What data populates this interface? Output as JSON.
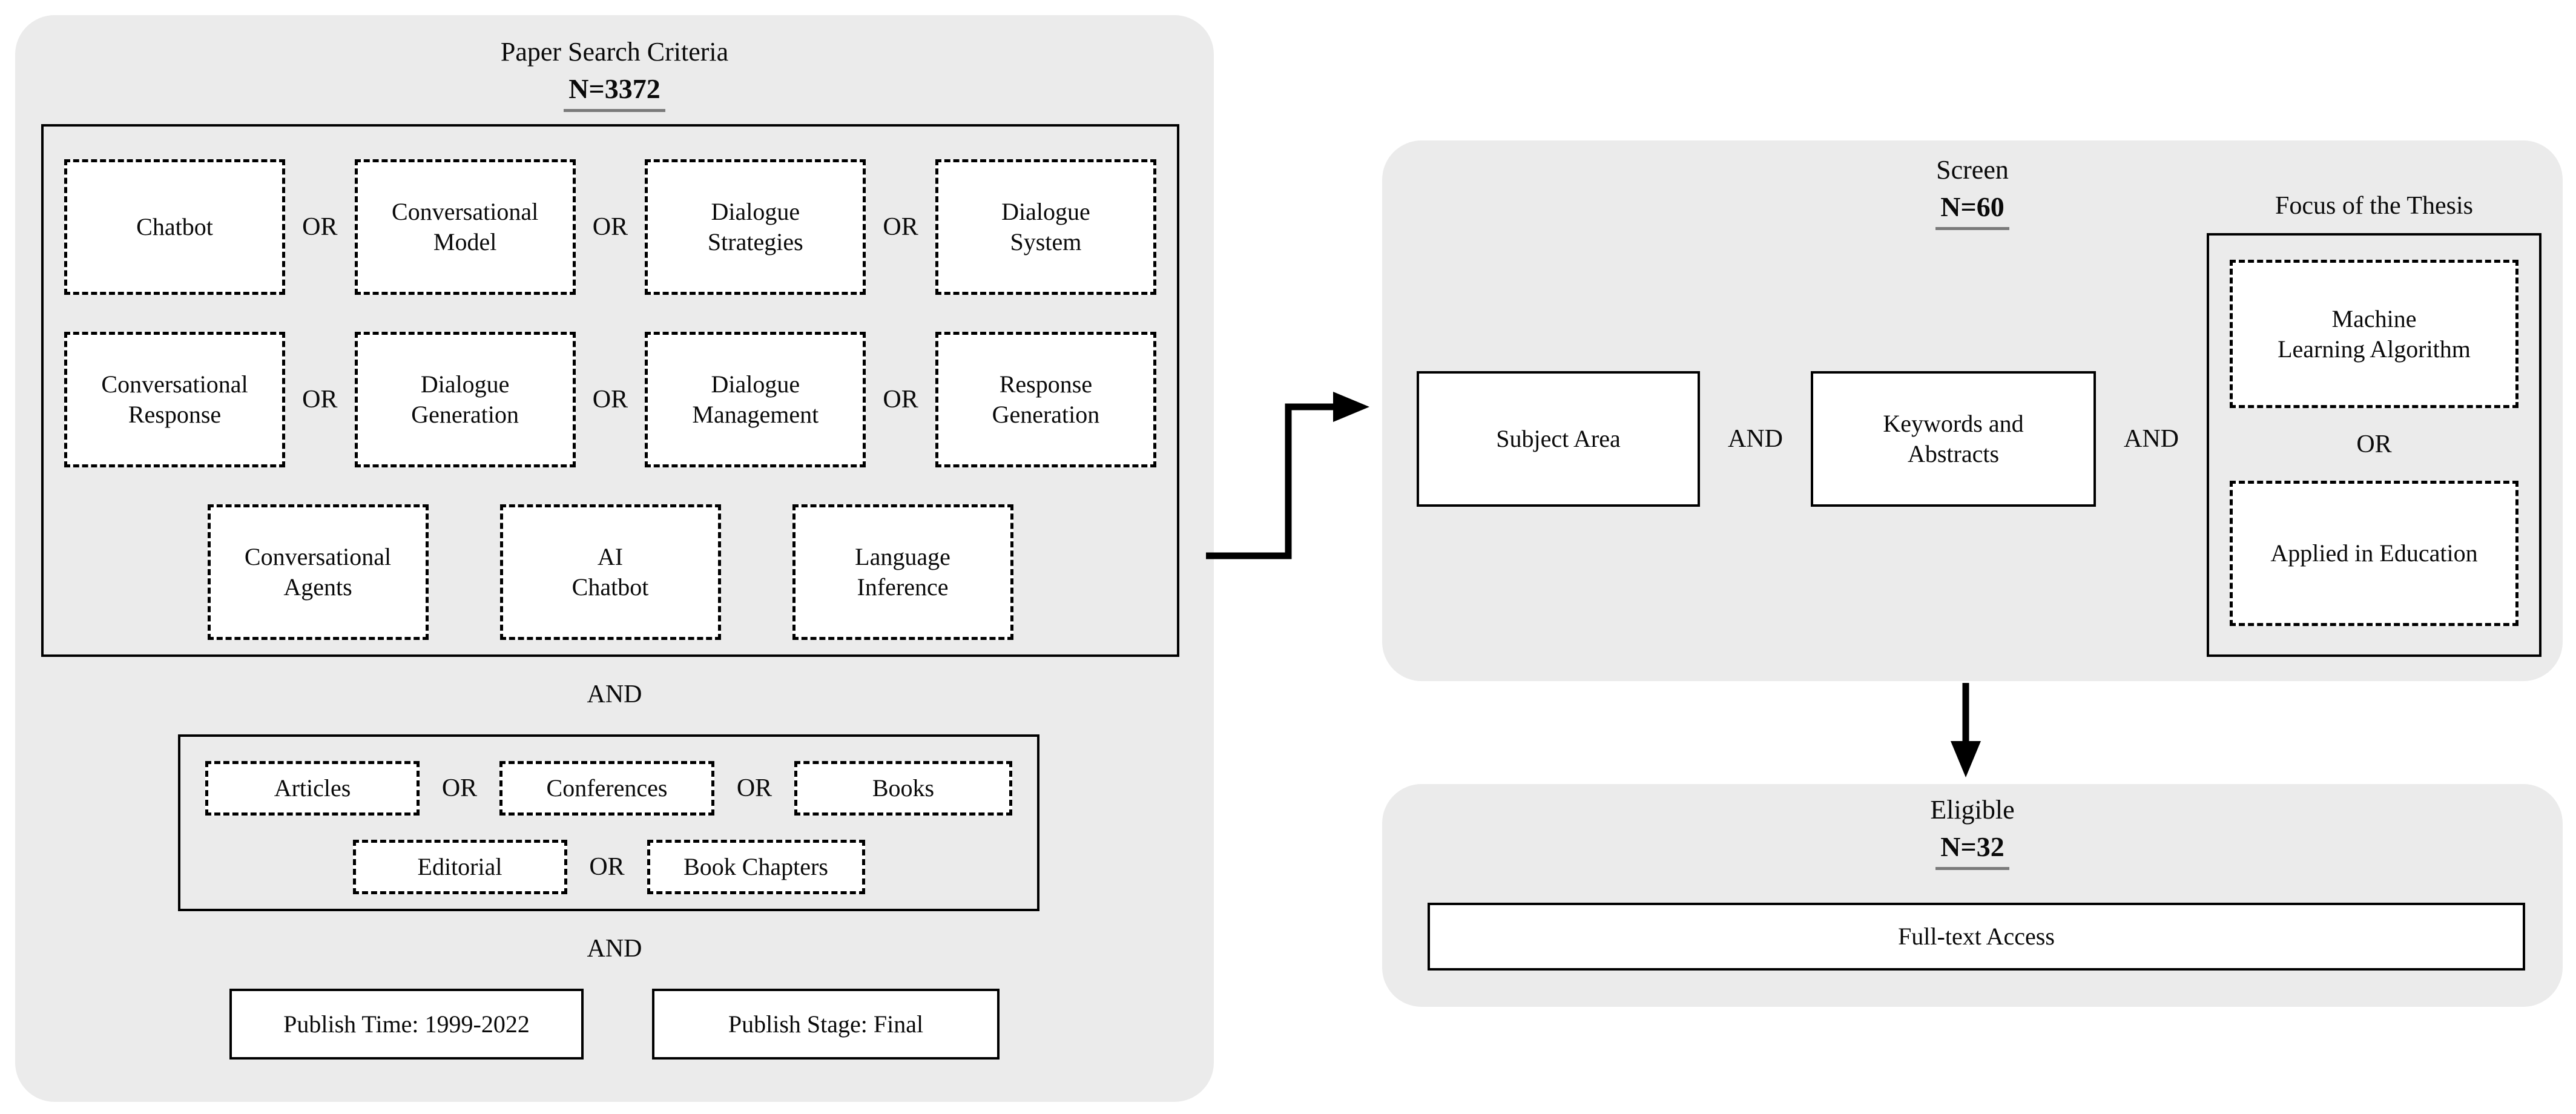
{
  "labels": {
    "or": "OR",
    "and": "AND"
  },
  "left_panel": {
    "title": "Paper Search Criteria",
    "count": "N=3372",
    "term_rows": {
      "row1": [
        "Chatbot",
        "Conversational\nModel",
        "Dialogue\nStrategies",
        "Dialogue\nSystem"
      ],
      "row2": [
        "Conversational\nResponse",
        "Dialogue\nGeneration",
        "Dialogue\nManagement",
        "Response\nGeneration"
      ],
      "row3": [
        "Conversational\nAgents",
        "AI\nChatbot",
        "Language\nInference"
      ]
    },
    "publication_types": {
      "row1": [
        "Articles",
        "Conferences",
        "Books"
      ],
      "row2": [
        "Editorial",
        "Book Chapters"
      ]
    },
    "filters": [
      "Publish Time: 1999-2022",
      "Publish Stage: Final"
    ]
  },
  "screen_panel": {
    "title": "Screen",
    "count": "N=60",
    "criteria": [
      "Subject Area",
      "Keywords and\nAbstracts"
    ],
    "focus": {
      "title": "Focus of the Thesis",
      "options": [
        "Machine\nLearning Algorithm",
        "Applied in Education"
      ]
    }
  },
  "eligible_panel": {
    "title": "Eligible",
    "count": "N=32",
    "criterion": "Full-text Access"
  },
  "colors": {
    "panel_bg": "#ebebeb",
    "box_bg": "#ffffff",
    "line": "#000000",
    "underline": "#7a7a7a"
  }
}
